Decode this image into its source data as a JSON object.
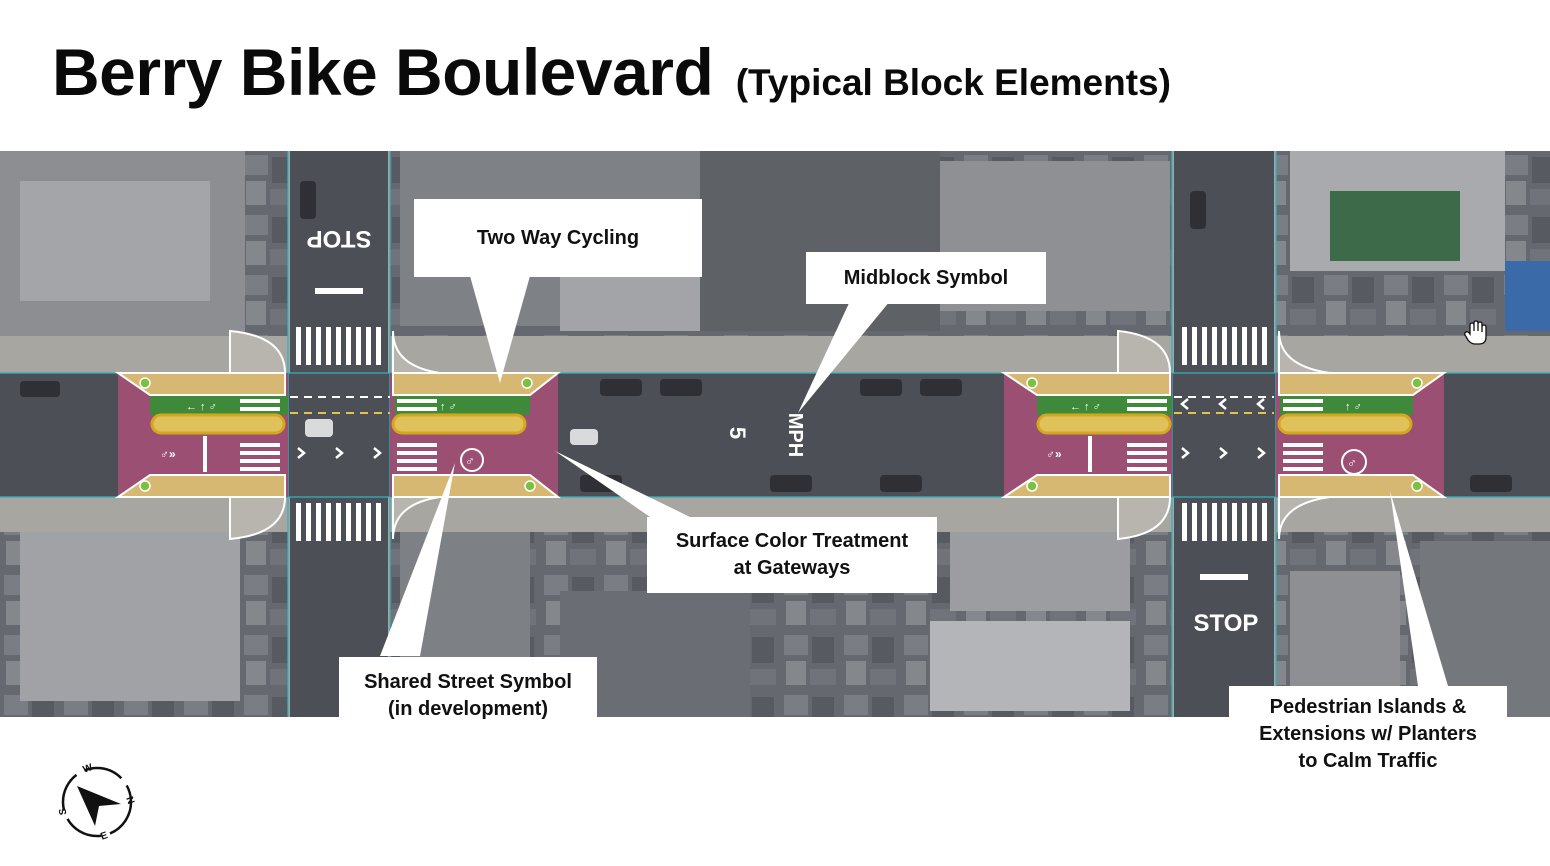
{
  "header": {
    "title": "Berry Bike Boulevard",
    "subtitle": "(Typical Block Elements)"
  },
  "map": {
    "stop_marking": "STOP",
    "speed_marking_number": "5",
    "speed_marking_unit": "MPH"
  },
  "callouts": {
    "two_way_cycling": "Two Way Cycling",
    "midblock_symbol": "Midblock Symbol",
    "surface_color": [
      "Surface Color Treatment",
      "at Gateways"
    ],
    "shared_street": [
      "Shared Street Symbol",
      "(in development)"
    ],
    "pedestrian_islands": [
      "Pedestrian Islands &",
      "Extensions w/ Planters",
      "to Calm Traffic"
    ]
  },
  "compass": {
    "n": "N",
    "e": "E",
    "s": "S",
    "w": "W"
  },
  "colors": {
    "gateway_surface": "#9b4f72",
    "planter": "#d6b872",
    "bike_lane": "#3f8a3a",
    "road": "#4c4f55",
    "outline": "#2fb3c0"
  }
}
